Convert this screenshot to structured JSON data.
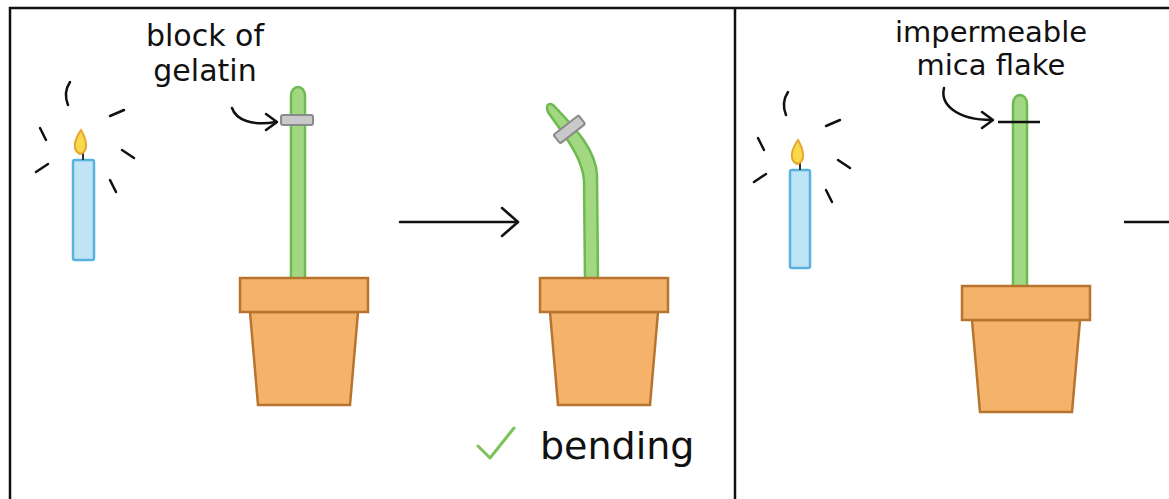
{
  "diagram": {
    "labels": [
      "block of gelatin",
      "bending",
      "impermeable mica flake"
    ]
  }
}
